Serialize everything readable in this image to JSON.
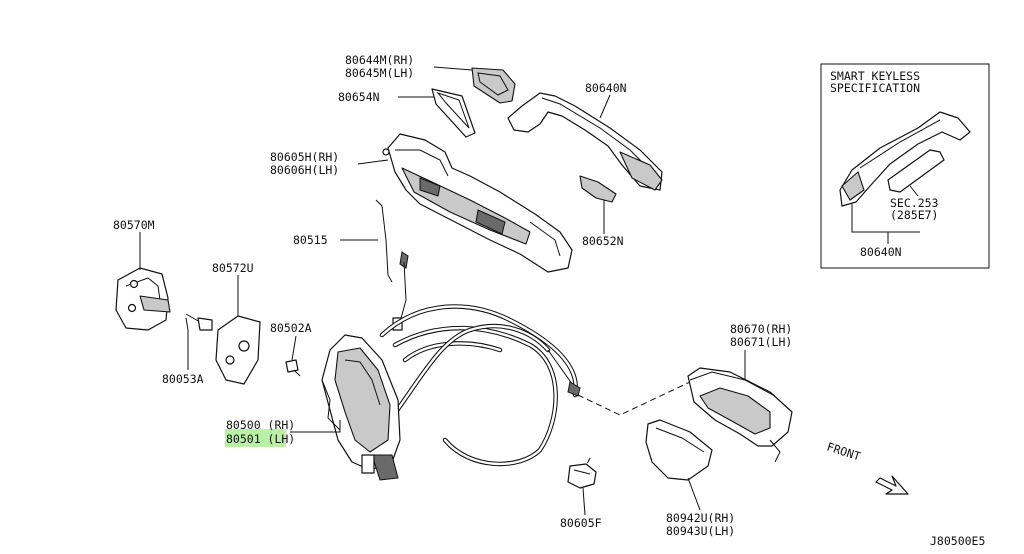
{
  "labels": {
    "p80644m": "80644M(RH)",
    "p80645m": "80645M(LH)",
    "p80654n": "80654N",
    "p80640n": "80640N",
    "p80605h": "80605H(RH)",
    "p80606h": "80606H(LH)",
    "p80652n": "80652N",
    "p80570m": "80570M",
    "p80572u": "80572U",
    "p80515": "80515",
    "p80502a": "80502A",
    "p80053a": "80053A",
    "p80500": "80500 (RH)",
    "p80501": "80501 (LH)",
    "p80670": "80670(RH)",
    "p80671": "80671(LH)",
    "p80942u": "80942U(RH)",
    "p80943u": "80943U(LH)",
    "p80605f": "80605F",
    "front": "FRONT",
    "code": "J80500E5"
  },
  "inset": {
    "title_line1": "SMART KEYLESS",
    "title_line2": "SPECIFICATION",
    "sec_line1": "SEC.253",
    "sec_line2": "(285E7)",
    "part": "80640N"
  },
  "colors": {
    "highlight": "#b9f0a6",
    "line": "#111111"
  }
}
